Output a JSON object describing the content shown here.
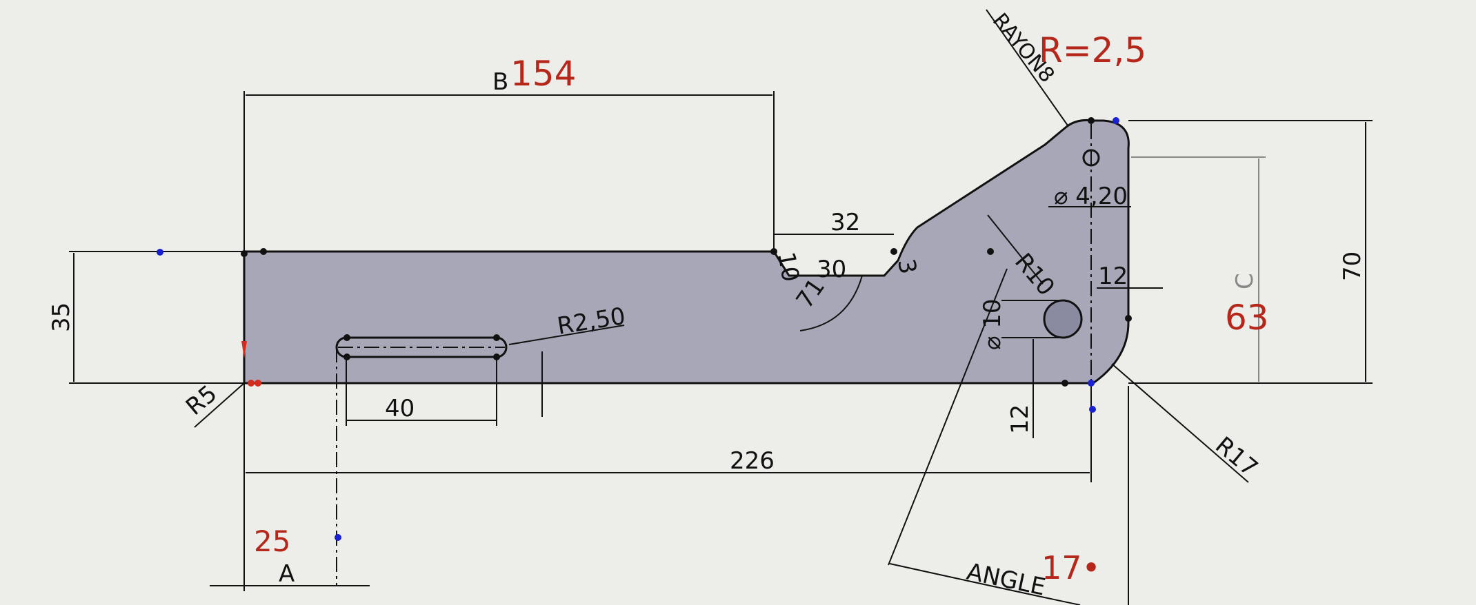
{
  "dimensions": {
    "width_154": "154",
    "label_B": "B",
    "height_35": "35",
    "slot_length_40": "40",
    "slot_radius": "R2,50",
    "overall_226": "226",
    "corner_R5": "R5",
    "value_25": "25",
    "label_A": "A",
    "notch_32": "32",
    "notch_10": "10",
    "notch_30": "30",
    "notch_3": "3",
    "notch_71": "71",
    "hole_dia_420": "⌀ 4,20",
    "radius_R10": "R10",
    "offset_12_h": "12",
    "hole_dia_10": "⌀ 10",
    "offset_12_v": "12",
    "label_C": "C",
    "value_63": "63",
    "height_70": "70",
    "radius_R17": "R17",
    "rayon_label": "RAYON8",
    "rayon_value": "R=2,5",
    "angle_label": "ANGLE",
    "angle_value": "17•"
  },
  "colors": {
    "part_fill": "#a7a7b8",
    "driven_red": "#b5271b",
    "point_blue": "#1a22d0"
  }
}
